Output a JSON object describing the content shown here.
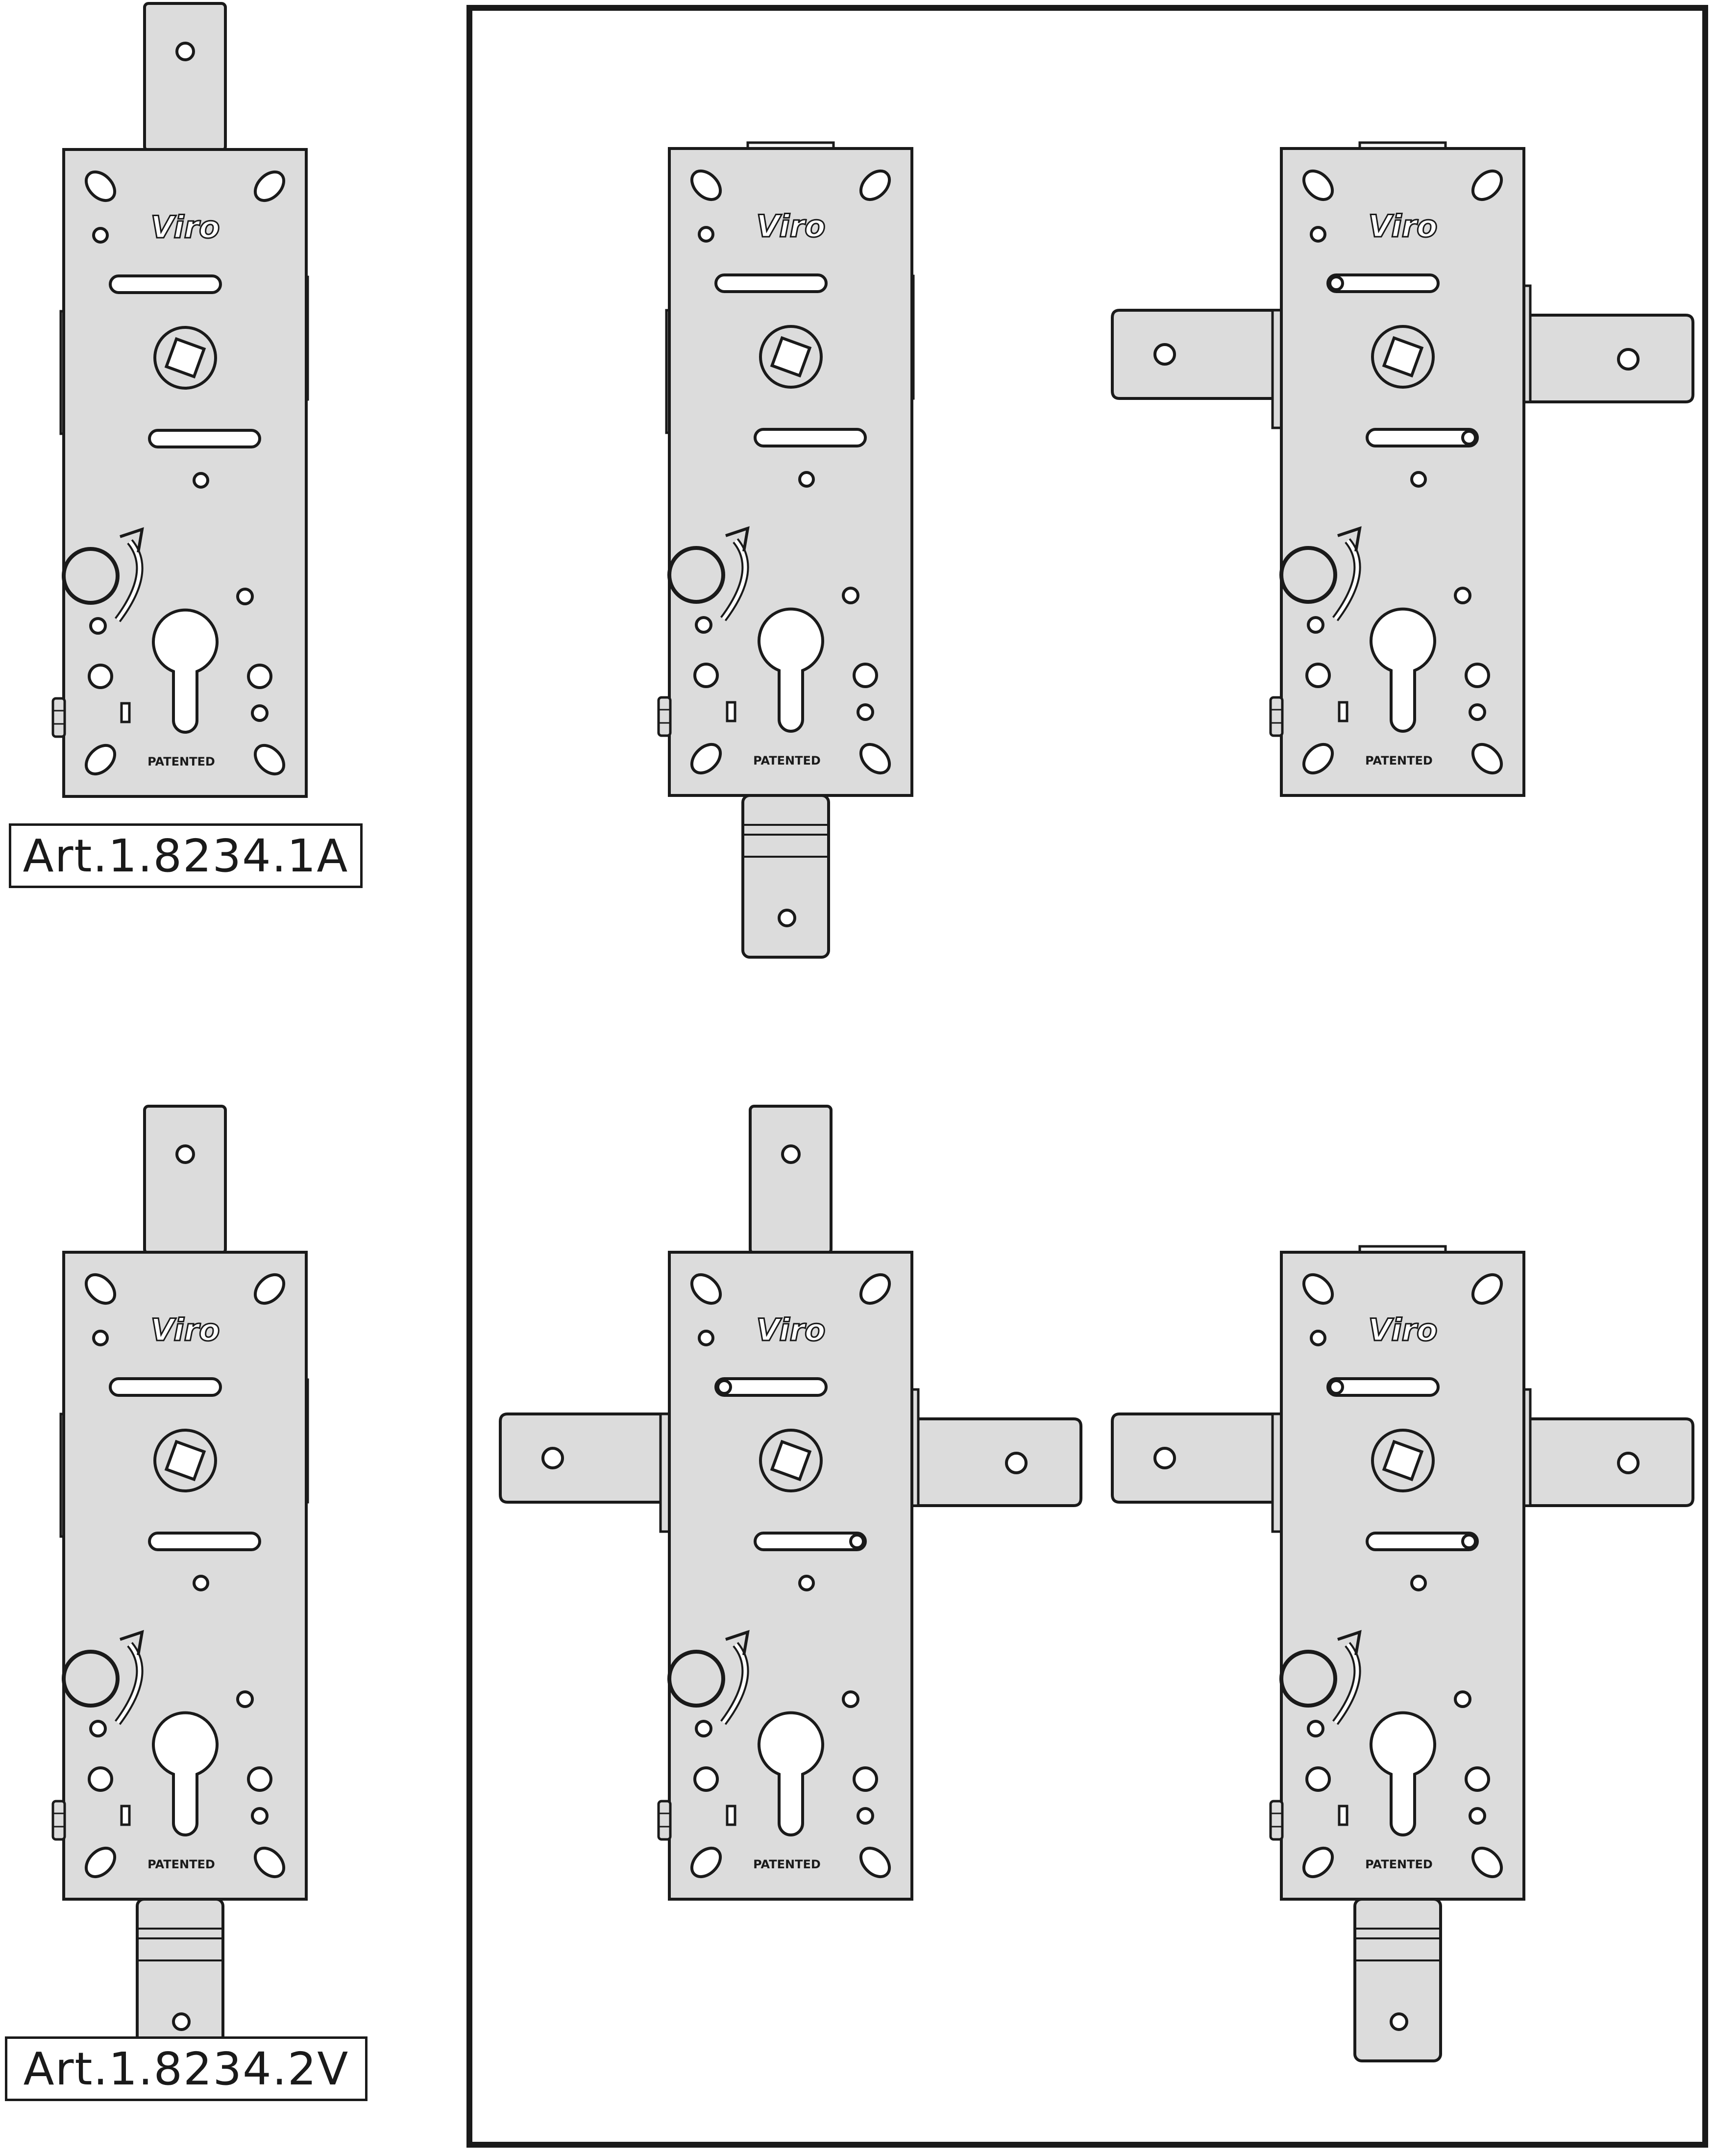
{
  "locks": [
    {
      "id": "lock-1a",
      "logo": "Viro",
      "stamp": "PATENTED",
      "article": "Art.1.8234.1A"
    },
    {
      "id": "lock-2v",
      "logo": "Viro",
      "stamp": "PATENTED",
      "article": "Art.1.8234.2V"
    },
    {
      "id": "lock-var-down",
      "logo": "Viro",
      "stamp": "PATENTED"
    },
    {
      "id": "lock-var-side",
      "logo": "Viro",
      "stamp": "PATENTED"
    },
    {
      "id": "lock-var-up-side",
      "logo": "Viro",
      "stamp": "PATENTED"
    },
    {
      "id": "lock-var-side-down",
      "logo": "Viro",
      "stamp": "PATENTED"
    }
  ],
  "colors": {
    "plate": "#dcdcdc",
    "stroke": "#1a1a1a",
    "background": "#ffffff"
  },
  "icons": [
    "rotation-arrow-icon",
    "keyhole-icon",
    "square-spindle-icon"
  ]
}
